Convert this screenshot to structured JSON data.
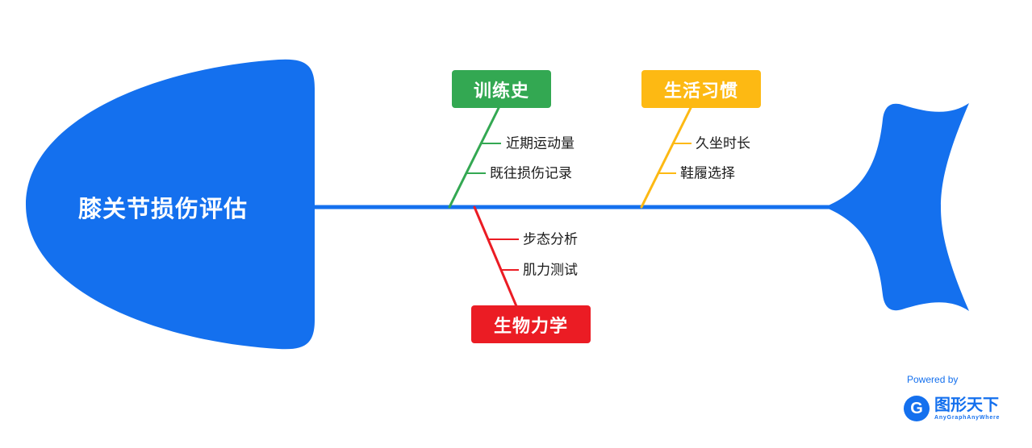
{
  "diagram": {
    "title": "膝关节损伤评估",
    "spine_color": "#1470ee",
    "item_text_color": "#1b1b1b",
    "branches": [
      {
        "label": "训练史",
        "color": "#33a852",
        "items": [
          "近期运动量",
          "既往损伤记录"
        ]
      },
      {
        "label": "生活习惯",
        "color": "#fdb913",
        "items": [
          "久坐时长",
          "鞋履选择"
        ]
      },
      {
        "label": "生物力学",
        "color": "#eb1c24",
        "items": [
          "步态分析",
          "肌力测试"
        ]
      }
    ]
  },
  "footer": {
    "powered_by": "Powered by",
    "brand_name": "图形天下",
    "brand_subtitle": "AnyGraphAnyWhere",
    "logo_letter": "G",
    "brand_color": "#1470ee"
  }
}
